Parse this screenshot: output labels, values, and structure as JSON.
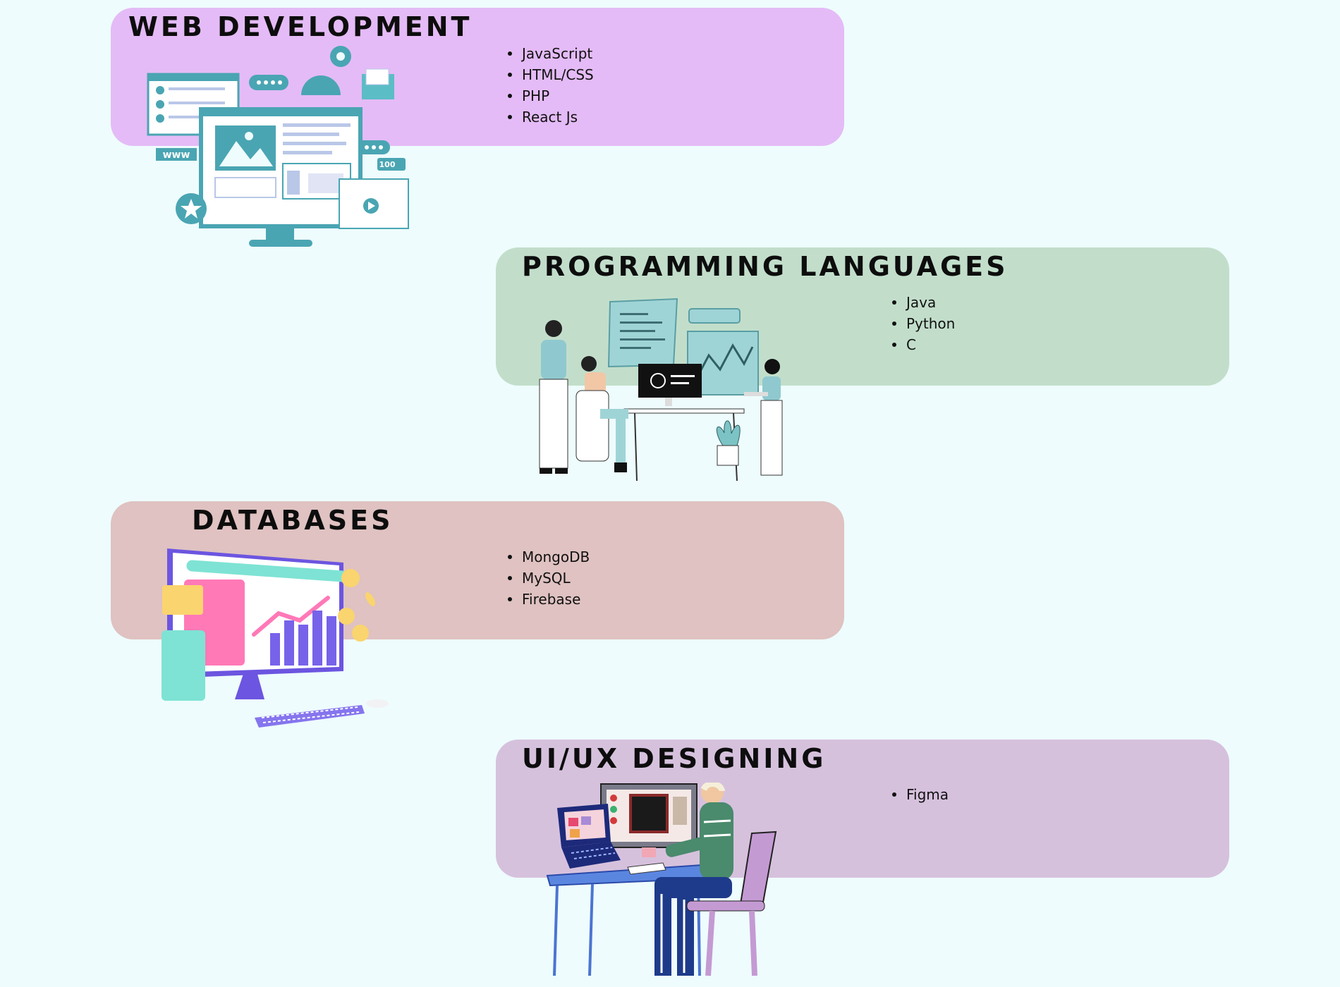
{
  "colors": {
    "background": "#eefcfd",
    "web_card": "#e4bbf6",
    "prog_card": "#c2decb",
    "db_card": "#dfc2c1",
    "uiux_card": "#d6c1dd"
  },
  "sections": {
    "web": {
      "title": "WEB DEVELOPMENT",
      "items": [
        "JavaScript",
        "HTML/CSS",
        "PHP",
        "React Js"
      ],
      "illustration_badges": {
        "www": "www",
        "likes": "100"
      }
    },
    "prog": {
      "title": "PROGRAMMING LANGUAGES",
      "items": [
        "Java",
        "Python",
        "C"
      ]
    },
    "db": {
      "title": "DATABASES",
      "items": [
        "MongoDB",
        "MySQL",
        "Firebase"
      ]
    },
    "uiux": {
      "title": "UI/UX DESIGNING",
      "items": [
        "Figma"
      ]
    }
  }
}
